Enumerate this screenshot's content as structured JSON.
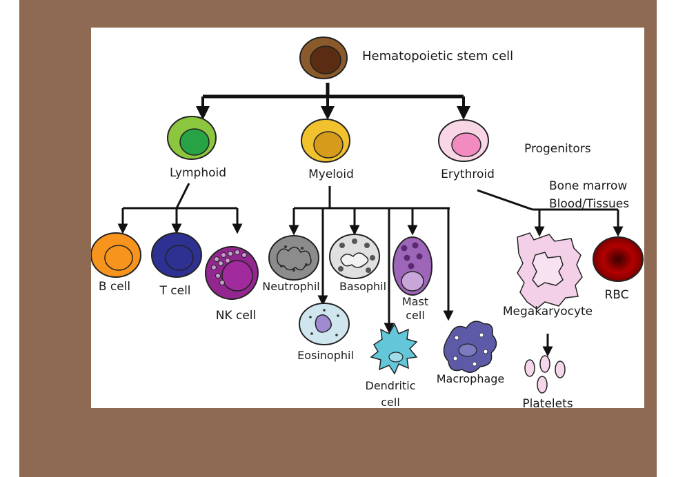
{
  "stem_cell": {
    "label": "Hematopoietic stem cell",
    "color": "#8b5a2b",
    "nucleus": "#5a2d12"
  },
  "progenitors_label": "Progenitors",
  "bone_marrow_label": "Bone marrow",
  "blood_tissues_label": "Blood/Tissues",
  "lineages": {
    "lymphoid": {
      "label": "Lymphoid",
      "color": "#8cc63f",
      "nucleus": "#27a345"
    },
    "myeloid": {
      "label": "Myeloid",
      "color": "#f2c12e",
      "nucleus": "#d69b1b"
    },
    "erythroid": {
      "label": "Erythroid",
      "color": "#f9d6e6",
      "nucleus": "#f28cc0"
    }
  },
  "cells": {
    "b_cell": {
      "label": "B cell",
      "color": "#f7941d"
    },
    "t_cell": {
      "label": "T cell",
      "color": "#2e3192"
    },
    "nk_cell": {
      "label": "NK cell",
      "color": "#93278f"
    },
    "neutrophil": {
      "label": "Neutrophil",
      "color": "#8c8c8c"
    },
    "basophil": {
      "label": "Basophil",
      "color": "#e0e0e0"
    },
    "mast_cell": {
      "label": "Mast cell",
      "color": "#9e66b8"
    },
    "eosinophil": {
      "label": "Eosinophil",
      "color": "#cfe6ef"
    },
    "dendritic_cell": {
      "label": "Dendritic cell",
      "color": "#63c7d9"
    },
    "macrophage": {
      "label": "Macrophage",
      "color": "#5d5ba8"
    },
    "megakaryocyte": {
      "label": "Megakaryocyte",
      "color": "#f3d0e8"
    },
    "rbc": {
      "label": "RBC",
      "color": "#b00000"
    },
    "platelets": {
      "label": "Platelets",
      "color": "#f6d6ea"
    }
  }
}
